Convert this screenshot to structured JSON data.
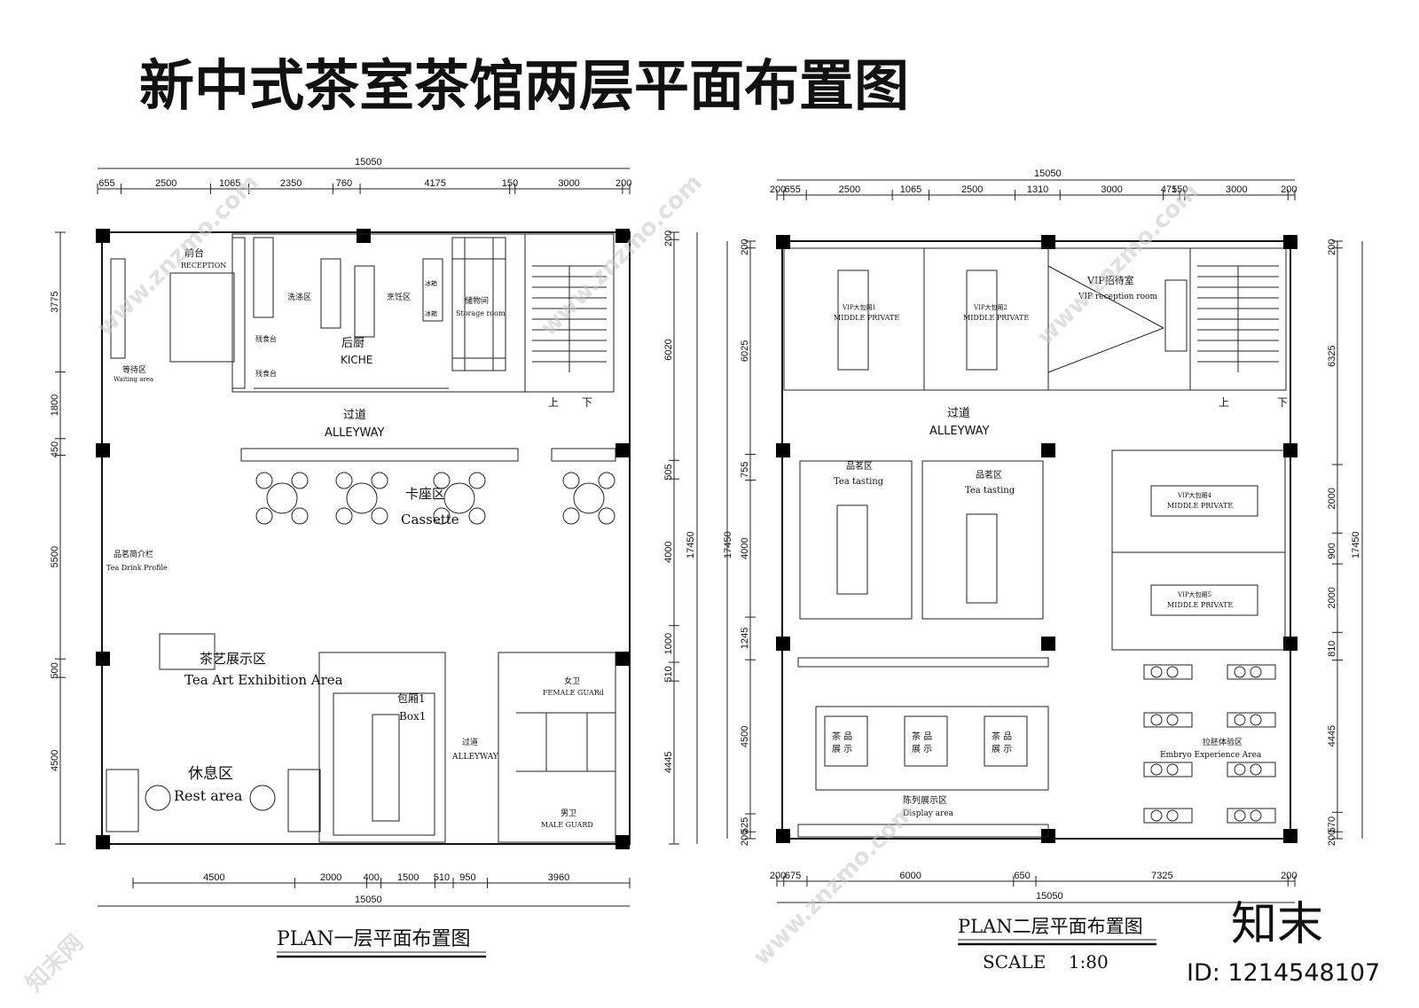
{
  "title": "新中式茶室茶馆两层平面布置图",
  "plan1": {
    "caption": "PLAN一层平面布置图",
    "top_total": "15050",
    "top_dims": [
      "655",
      "2500",
      "1065",
      "2350",
      "760",
      "4175",
      "150",
      "3000",
      "200"
    ],
    "bottom_total": "15050",
    "bottom_dims": [
      "4500",
      "2000",
      "400",
      "1500",
      "510",
      "950",
      "3960"
    ],
    "left_dims": [
      "3775",
      "1800",
      "450",
      "5500",
      "500",
      "4500"
    ],
    "right_dims": [
      "200",
      "6020",
      "505",
      "4000",
      "1000",
      "510",
      "4445"
    ],
    "right_total": "17450",
    "labels": {
      "reception_cn": "前台",
      "reception_en": "RECEPTION",
      "waiting_cn": "等待区",
      "waiting_en": "Waiting area",
      "wash_cn": "洗涤区",
      "cook_cn": "烹饪区",
      "storage_cn": "储物间",
      "storage_en": "Storage room",
      "kitchen_cn": "后厨",
      "kitchen_en": "KICHE",
      "residue1": "残食台",
      "residue2": "残食台",
      "ice1": "冰箱",
      "ice2": "冰箱",
      "stair_up": "上",
      "stair_down": "下",
      "alley_cn": "过道",
      "alley_en": "ALLEYWAY",
      "cassette_cn": "卡座区",
      "cassette_en": "Cassette",
      "teadrink_cn": "品茗简介栏",
      "teadrink_en": "Tea Drink Profile",
      "teaart_cn": "茶艺展示区",
      "teaart_en": "Tea Art Exhibition Area",
      "box_cn": "包厢1",
      "box_en": "Box1",
      "alley2_cn": "过道",
      "alley2_en": "ALLEYWAY",
      "female_cn": "女卫",
      "female_en": "FEMALE GUARd",
      "male_cn": "男卫",
      "male_en": "MALE GUARD",
      "rest_cn": "休息区",
      "rest_en": "Rest area"
    }
  },
  "plan2": {
    "caption": "PLAN二层平面布置图",
    "scale": "SCALE    1:80",
    "top_total": "15050",
    "top_dims": [
      "200",
      "655",
      "2500",
      "1065",
      "2500",
      "1310",
      "3000",
      "475",
      "150",
      "3000",
      "200"
    ],
    "bottom_total": "15050",
    "bottom_dims": [
      "200",
      "675",
      "6000",
      "650",
      "7325",
      "200"
    ],
    "left_dims": [
      "200",
      "6025",
      "755",
      "4000",
      "1245",
      "4500",
      "525",
      "200"
    ],
    "left_total": "17450",
    "right_dims": [
      "200",
      "6325",
      "2000",
      "900",
      "2000",
      "810",
      "4445",
      "570",
      "200"
    ],
    "right_total": "17450",
    "labels": {
      "vip1_cn": "VIP大包厢1",
      "vip1_en": "MIDDLE PRIVATE",
      "vip2_cn": "VIP大包厢2",
      "vip2_en": "MIDDLE PRIVATE",
      "vipr_cn": "VIP招待室",
      "vipr_en": "VIP reception room",
      "stair_up": "上",
      "stair_down": "下",
      "alley_cn": "过道",
      "alley_en": "ALLEYWAY",
      "tt1_cn": "品茗区",
      "tt1_en": "Tea tasting",
      "tt2_cn": "品茗区",
      "tt2_en": "Tea tasting",
      "vip4_cn": "VIP大包厢4",
      "vip4_en": "MIDDLE PRIVATE",
      "vip5_cn": "VIP大包厢5",
      "vip5_en": "MIDDLE PRIVATE",
      "embryo_cn": "拉胚体验区",
      "embryo_en": "Embryo Experience Area",
      "display_cn": "陈列展示区",
      "display_en": "Display area",
      "tea_show_a": "茶 品",
      "tea_show_b": "展 示"
    }
  },
  "watermark": {
    "site": "www.znzmo.com",
    "brand": "知末",
    "id": "ID: 1214548107",
    "cn": "知末网"
  }
}
